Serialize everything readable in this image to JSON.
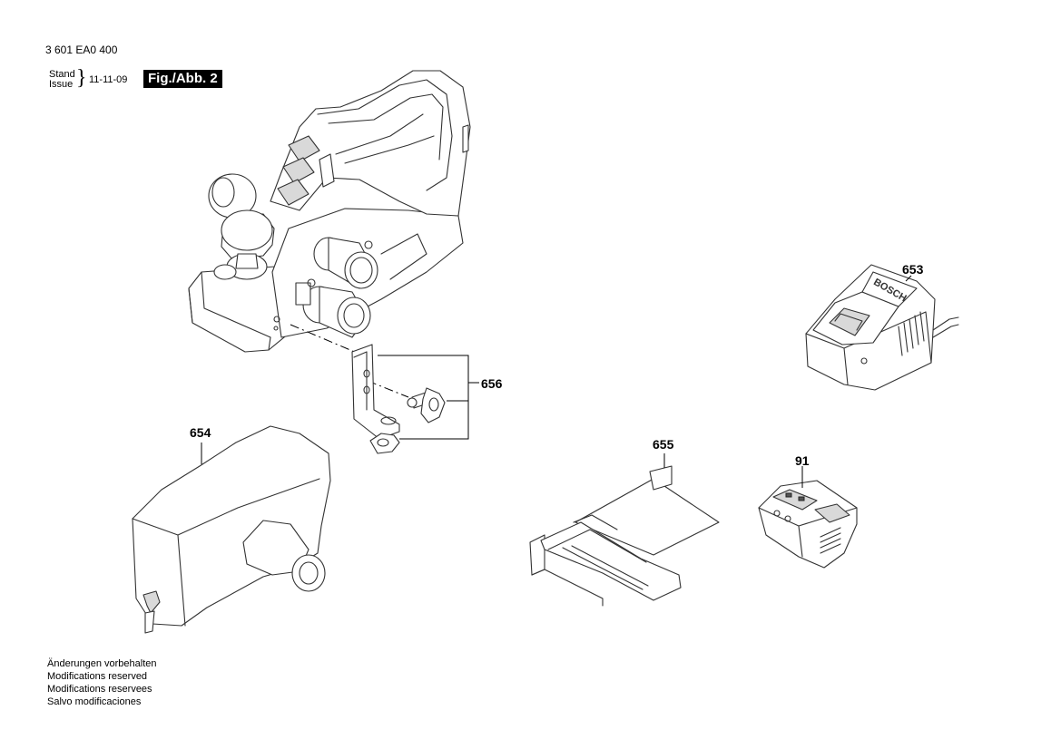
{
  "header": {
    "doc_number": "3 601 EA0 400",
    "stand_label": "Stand",
    "issue_label": "Issue",
    "date": "11-11-09",
    "figure_label": "Fig./Abb. 2"
  },
  "callouts": {
    "charger": "653",
    "bracket": "656",
    "dust_bag": "654",
    "guide_fence": "655",
    "battery": "91"
  },
  "notes": [
    "Änderungen vorbehalten",
    "Modifications reserved",
    "Modifications reservees",
    "Salvo modificaciones"
  ],
  "brand_text": "BOSCH"
}
